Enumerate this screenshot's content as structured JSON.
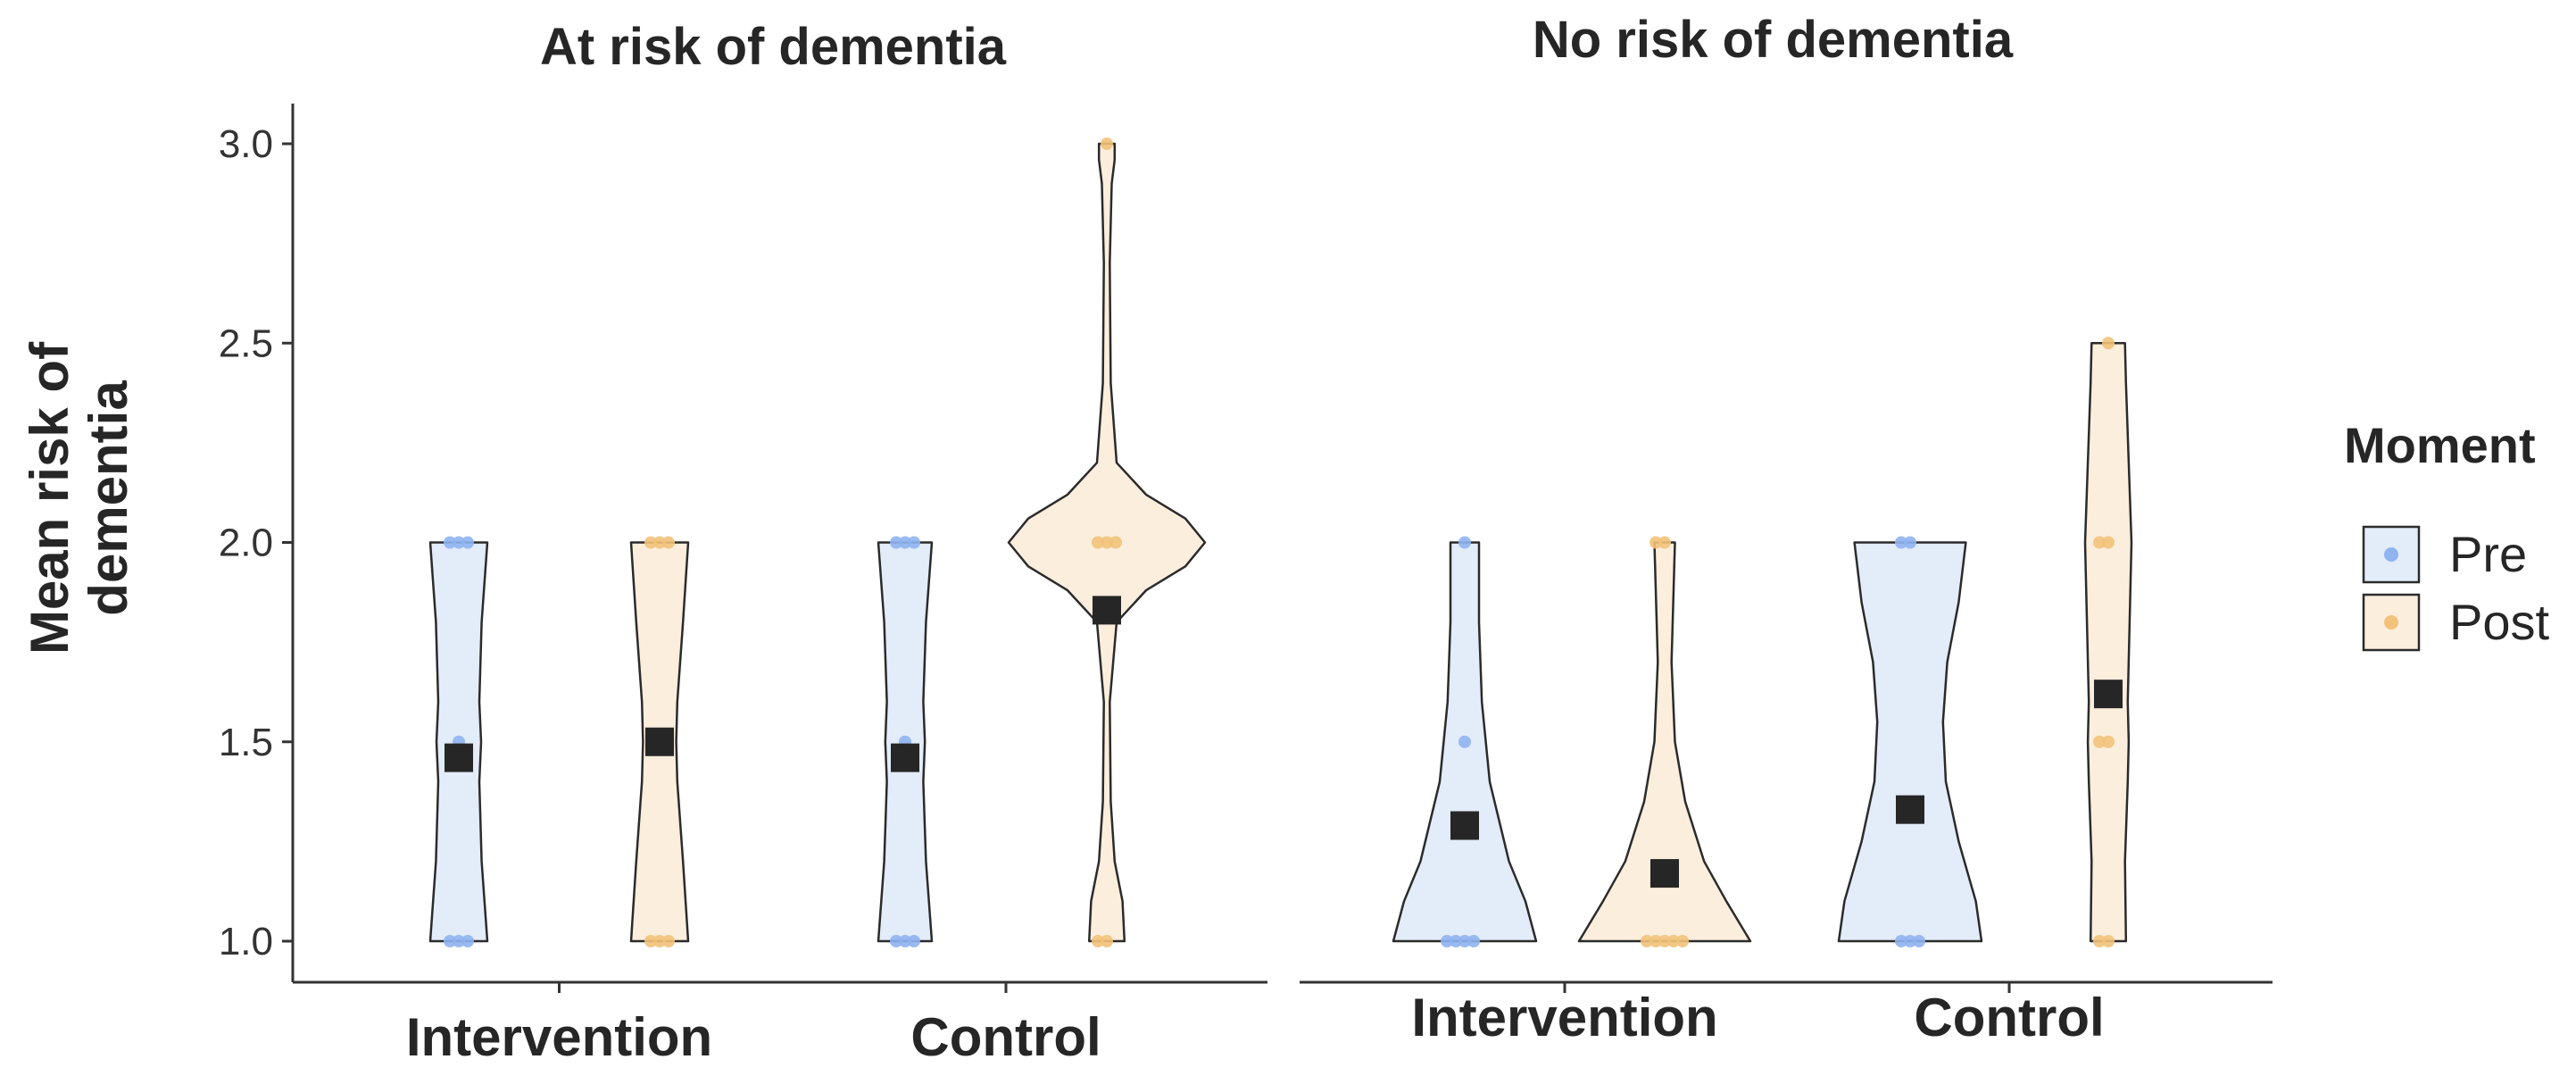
{
  "chart_data": {
    "type": "violin",
    "ylabel": "Mean risk of dementia",
    "ylim": [
      1.0,
      3.0
    ],
    "yticks": [
      "1.0",
      "1.5",
      "2.0",
      "2.5",
      "3.0"
    ],
    "ytick_values": [
      1.0,
      1.5,
      2.0,
      2.5,
      3.0
    ],
    "categories": [
      "Intervention",
      "Control"
    ],
    "legend": {
      "title": "Moment",
      "position": "right",
      "entries": [
        {
          "name": "Pre",
          "fill": "#e3ecf9",
          "point": "#8fb4ef"
        },
        {
          "name": "Post",
          "fill": "#fbeedd",
          "point": "#f2c27a"
        }
      ]
    },
    "panels": [
      {
        "title": "At risk of dementia",
        "groups": [
          {
            "category": "Intervention",
            "moment": "Pre",
            "mean": 1.46,
            "min": 1.0,
            "max": 2.0,
            "points": [
              1.0,
              1.0,
              1.0,
              1.5,
              2.0,
              2.0,
              2.0
            ],
            "density": [
              [
                1.0,
                1.0
              ],
              [
                1.2,
                0.8
              ],
              [
                1.4,
                0.72
              ],
              [
                1.5,
                0.78
              ],
              [
                1.6,
                0.72
              ],
              [
                1.8,
                0.8
              ],
              [
                2.0,
                1.0
              ]
            ]
          },
          {
            "category": "Intervention",
            "moment": "Post",
            "mean": 1.5,
            "min": 1.0,
            "max": 2.0,
            "points": [
              1.0,
              1.0,
              1.0,
              2.0,
              2.0,
              2.0
            ],
            "density": [
              [
                1.0,
                1.0
              ],
              [
                1.2,
                0.82
              ],
              [
                1.4,
                0.62
              ],
              [
                1.5,
                0.58
              ],
              [
                1.6,
                0.62
              ],
              [
                1.8,
                0.82
              ],
              [
                2.0,
                1.0
              ]
            ]
          },
          {
            "category": "Control",
            "moment": "Pre",
            "mean": 1.46,
            "min": 1.0,
            "max": 2.0,
            "points": [
              1.0,
              1.0,
              1.0,
              1.5,
              2.0,
              2.0,
              2.0
            ],
            "density": [
              [
                1.0,
                1.0
              ],
              [
                1.2,
                0.78
              ],
              [
                1.4,
                0.68
              ],
              [
                1.5,
                0.74
              ],
              [
                1.6,
                0.68
              ],
              [
                1.8,
                0.78
              ],
              [
                2.0,
                1.0
              ]
            ]
          },
          {
            "category": "Control",
            "moment": "Post",
            "mean": 1.83,
            "min": 1.0,
            "max": 3.0,
            "points": [
              1.0,
              1.0,
              2.0,
              2.0,
              2.0,
              3.0
            ],
            "density": [
              [
                1.0,
                0.18
              ],
              [
                1.1,
                0.16
              ],
              [
                1.2,
                0.08
              ],
              [
                1.35,
                0.04
              ],
              [
                1.6,
                0.03
              ],
              [
                1.8,
                0.1
              ],
              [
                1.88,
                0.4
              ],
              [
                1.94,
                0.8
              ],
              [
                2.0,
                1.0
              ],
              [
                2.06,
                0.8
              ],
              [
                2.12,
                0.4
              ],
              [
                2.2,
                0.1
              ],
              [
                2.4,
                0.04
              ],
              [
                2.7,
                0.03
              ],
              [
                2.9,
                0.05
              ],
              [
                2.96,
                0.08
              ],
              [
                3.0,
                0.08
              ]
            ]
          }
        ]
      },
      {
        "title": "No risk of dementia",
        "groups": [
          {
            "category": "Intervention",
            "moment": "Pre",
            "mean": 1.29,
            "min": 1.0,
            "max": 2.0,
            "points": [
              1.0,
              1.0,
              1.0,
              1.0,
              1.5,
              2.0
            ],
            "density": [
              [
                1.0,
                1.0
              ],
              [
                1.1,
                0.85
              ],
              [
                1.2,
                0.62
              ],
              [
                1.4,
                0.35
              ],
              [
                1.6,
                0.24
              ],
              [
                1.8,
                0.2
              ],
              [
                2.0,
                0.2
              ]
            ]
          },
          {
            "category": "Intervention",
            "moment": "Post",
            "mean": 1.17,
            "min": 1.0,
            "max": 2.0,
            "points": [
              1.0,
              1.0,
              1.0,
              1.0,
              1.0,
              2.0,
              2.0
            ],
            "density": [
              [
                1.0,
                1.0
              ],
              [
                1.1,
                0.72
              ],
              [
                1.2,
                0.46
              ],
              [
                1.35,
                0.24
              ],
              [
                1.5,
                0.12
              ],
              [
                1.7,
                0.08
              ],
              [
                1.85,
                0.1
              ],
              [
                2.0,
                0.12
              ]
            ]
          },
          {
            "category": "Control",
            "moment": "Pre",
            "mean": 1.33,
            "min": 1.0,
            "max": 2.0,
            "points": [
              1.0,
              1.0,
              1.0,
              2.0,
              2.0
            ],
            "density": [
              [
                1.0,
                1.0
              ],
              [
                1.1,
                0.92
              ],
              [
                1.25,
                0.68
              ],
              [
                1.4,
                0.5
              ],
              [
                1.55,
                0.46
              ],
              [
                1.7,
                0.52
              ],
              [
                1.85,
                0.68
              ],
              [
                2.0,
                0.78
              ]
            ]
          },
          {
            "category": "Control",
            "moment": "Post",
            "mean": 1.62,
            "min": 1.0,
            "max": 2.5,
            "points": [
              1.0,
              1.0,
              1.5,
              1.5,
              2.0,
              2.0,
              2.5
            ],
            "density": [
              [
                1.0,
                0.38
              ],
              [
                1.2,
                0.36
              ],
              [
                1.4,
                0.42
              ],
              [
                1.5,
                0.44
              ],
              [
                1.6,
                0.42
              ],
              [
                1.8,
                0.46
              ],
              [
                2.0,
                0.5
              ],
              [
                2.2,
                0.44
              ],
              [
                2.4,
                0.38
              ],
              [
                2.5,
                0.36
              ]
            ]
          }
        ]
      }
    ]
  }
}
